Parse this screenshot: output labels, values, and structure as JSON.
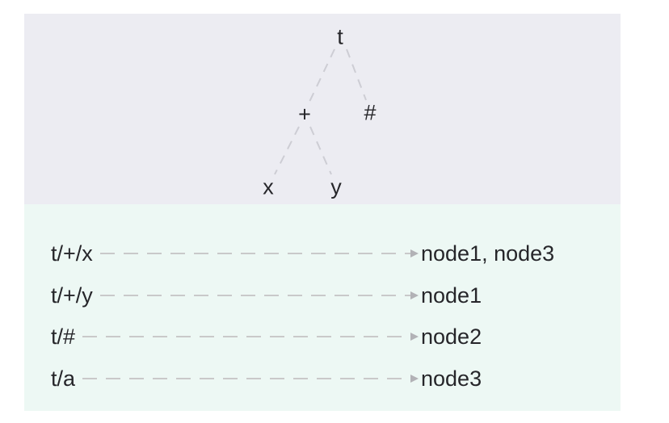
{
  "tree": {
    "nodes": [
      {
        "id": "t",
        "label": "t"
      },
      {
        "id": "plus",
        "label": "+"
      },
      {
        "id": "hash",
        "label": "#"
      },
      {
        "id": "x",
        "label": "x"
      },
      {
        "id": "y",
        "label": "y"
      }
    ],
    "edges": [
      {
        "from": "t",
        "to": "plus"
      },
      {
        "from": "t",
        "to": "hash"
      },
      {
        "from": "plus",
        "to": "x"
      },
      {
        "from": "plus",
        "to": "y"
      }
    ]
  },
  "mappings": {
    "rows": [
      {
        "path": "t/+/x",
        "nodes": "node1, node3"
      },
      {
        "path": "t/+/y",
        "nodes": "node1"
      },
      {
        "path": "t/#",
        "nodes": "node2"
      },
      {
        "path": "t/a",
        "nodes": "node3"
      }
    ]
  },
  "colors": {
    "tree_panel_bg": "#ececf2",
    "map_panel_bg": "#edf8f4",
    "text": "#26262a",
    "edge": "#cdcdd4",
    "dash": "#c9c9c9",
    "arrow": "#b2b2b6"
  }
}
